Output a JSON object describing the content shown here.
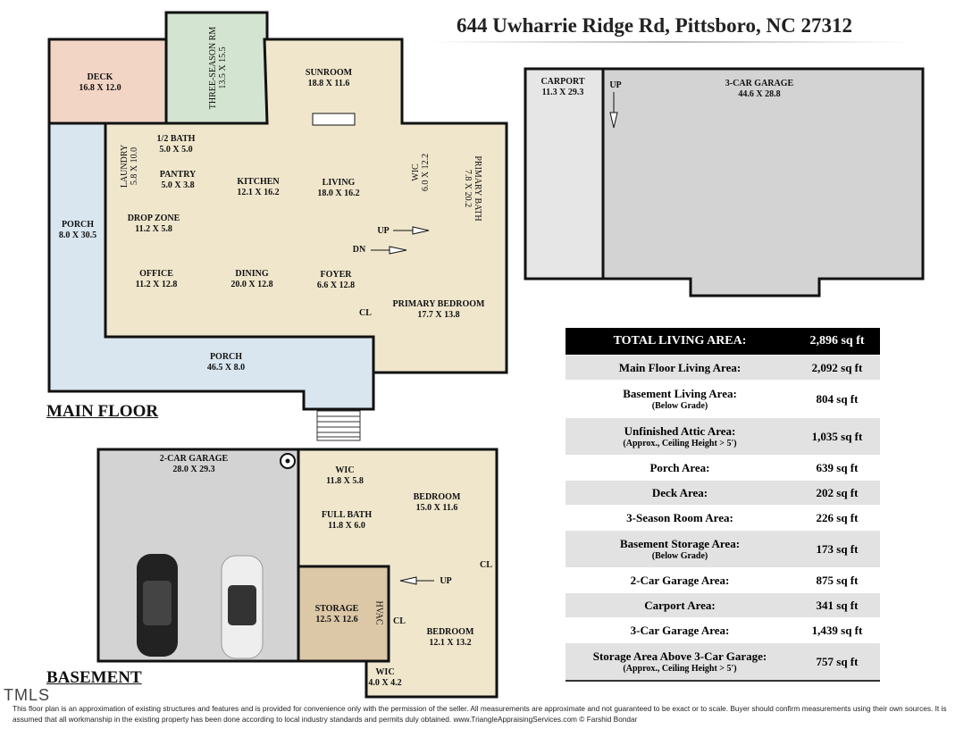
{
  "title": "644 Uwharrie Ridge Rd, Pittsboro, NC 27312",
  "main_floor": {
    "heading": "MAIN FLOOR",
    "rooms": [
      {
        "name": "DECK",
        "size": "16.8 X 12.0"
      },
      {
        "name": "THREE-SEASON RM",
        "size": "13.5 X 15.5"
      },
      {
        "name": "SUNROOM",
        "size": "18.8 X 11.6"
      },
      {
        "name": "1/2 BATH",
        "size": "5.0 X 5.0"
      },
      {
        "name": "LAUNDRY",
        "size": "5.8 X 10.0"
      },
      {
        "name": "PANTRY",
        "size": "5.0 X 3.8"
      },
      {
        "name": "KITCHEN",
        "size": "12.1 X 16.2"
      },
      {
        "name": "LIVING",
        "size": "18.0 X 16.2"
      },
      {
        "name": "WIC",
        "size": "6.0 X 12.2"
      },
      {
        "name": "PRIMARY BATH",
        "size": "7.8 X 20.2"
      },
      {
        "name": "PORCH",
        "size": "8.0 X 30.5"
      },
      {
        "name": "DROP ZONE",
        "size": "11.2 X 5.8"
      },
      {
        "name": "OFFICE",
        "size": "11.2 X 12.8"
      },
      {
        "name": "DINING",
        "size": "20.0 X 12.8"
      },
      {
        "name": "FOYER",
        "size": "6.6 X 12.8"
      },
      {
        "name": "PRIMARY BEDROOM",
        "size": "17.7 X 13.8"
      },
      {
        "name": "PORCH",
        "size": "46.5 X 8.0"
      }
    ],
    "up": "UP",
    "dn": "DN",
    "cl": "CL"
  },
  "garage": {
    "rooms": [
      {
        "name": "CARPORT",
        "size": "11.3 X 29.3"
      },
      {
        "name": "3-CAR GARAGE",
        "size": "44.6 X 28.8"
      }
    ],
    "up": "UP"
  },
  "basement": {
    "heading": "BASEMENT",
    "rooms": [
      {
        "name": "2-CAR GARAGE",
        "size": "28.0 X 29.3"
      },
      {
        "name": "WIC",
        "size": "11.8 X 5.8"
      },
      {
        "name": "BEDROOM",
        "size": "15.0 X 11.6"
      },
      {
        "name": "FULL BATH",
        "size": "11.8 X 6.0"
      },
      {
        "name": "STORAGE",
        "size": "12.5 X 12.6"
      },
      {
        "name": "BEDROOM",
        "size": "12.1 X 13.2"
      },
      {
        "name": "WIC",
        "size": "4.0 X 4.2"
      }
    ],
    "hvac": "HVAC",
    "up": "UP",
    "cl1": "CL",
    "cl2": "CL"
  },
  "areas": {
    "header": {
      "label": "TOTAL LIVING AREA:",
      "value": "2,896 sq ft"
    },
    "rows": [
      {
        "label": "Main Floor Living Area:",
        "value": "2,092 sq ft"
      },
      {
        "label": "Basement Living Area:",
        "sub": "(Below Grade)",
        "value": "804 sq ft"
      },
      {
        "label": "Unfinished Attic Area:",
        "sub": "(Approx., Ceiling Height > 5')",
        "value": "1,035 sq ft"
      },
      {
        "label": "Porch Area:",
        "value": "639 sq ft"
      },
      {
        "label": "Deck Area:",
        "value": "202 sq ft"
      },
      {
        "label": "3-Season Room Area:",
        "value": "226 sq ft"
      },
      {
        "label": "Basement Storage Area:",
        "sub": "(Below Grade)",
        "value": "173 sq ft"
      },
      {
        "label": "2-Car Garage Area:",
        "value": "875 sq ft"
      },
      {
        "label": "Carport Area:",
        "value": "341 sq ft"
      },
      {
        "label": "3-Car Garage Area:",
        "value": "1,439 sq ft"
      },
      {
        "label": "Storage Area Above 3-Car Garage:",
        "sub": "(Approx., Ceiling Height > 5')",
        "value": "757 sq ft"
      }
    ]
  },
  "logo": "TMLS",
  "disclaimer": "This floor plan is an approximation of existing structures and features and is provided for convenience only with the permission of the seller.  All measurements are approximate and not guaranteed to be exact or to scale.  Buyer should confirm measurements using their own sources.  It is assumed that all workmanship in the existing property has been done according to local industry standards and permits duly obtained.     www.TriangleAppraisingServices.com     © Farshid Bondar",
  "colors": {
    "interior": "#efe6cc",
    "deck": "#f3d5c6",
    "three_season": "#d3e4d0",
    "porch": "#d9e6f0",
    "garage": "#d3d3d3",
    "carport": "#e6e6e6",
    "storage": "#dcc7a6"
  }
}
